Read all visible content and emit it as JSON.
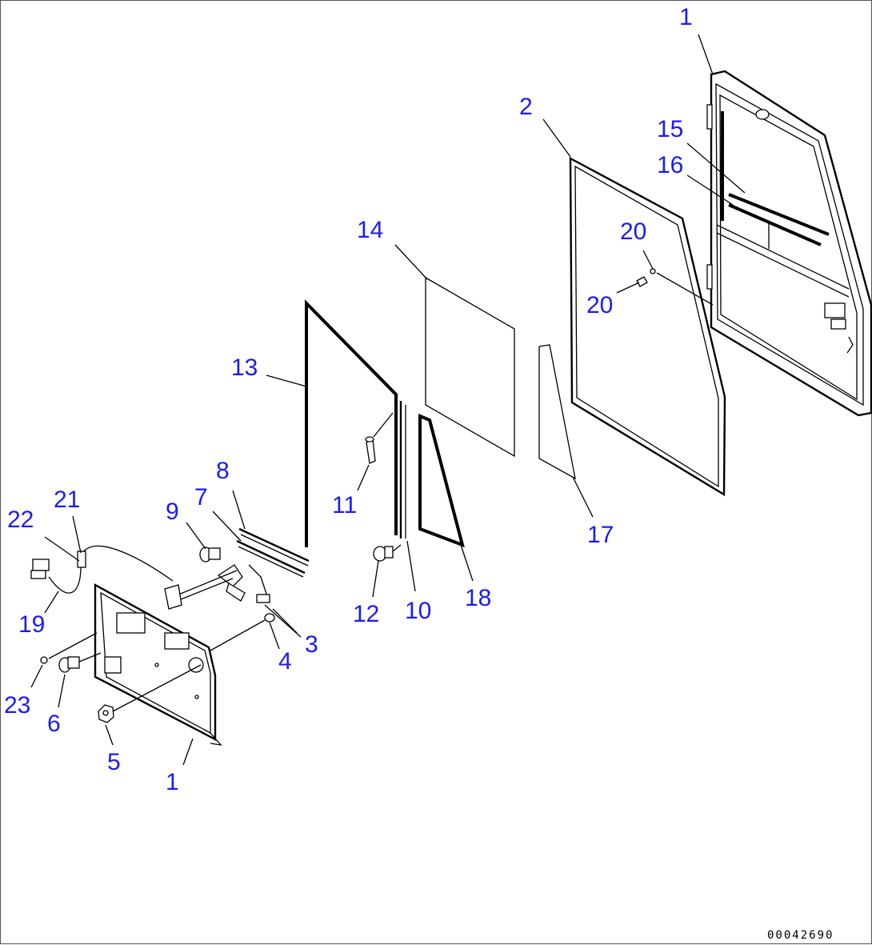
{
  "diagram": {
    "callouts": [
      {
        "id": "c1-top",
        "text": "1"
      },
      {
        "id": "c2",
        "text": "2"
      },
      {
        "id": "c15",
        "text": "15"
      },
      {
        "id": "c16",
        "text": "16"
      },
      {
        "id": "c20-a",
        "text": "20"
      },
      {
        "id": "c20-b",
        "text": "20"
      },
      {
        "id": "c14",
        "text": "14"
      },
      {
        "id": "c13",
        "text": "13"
      },
      {
        "id": "c11",
        "text": "11"
      },
      {
        "id": "c17",
        "text": "17"
      },
      {
        "id": "c8",
        "text": "8"
      },
      {
        "id": "c7",
        "text": "7"
      },
      {
        "id": "c9",
        "text": "9"
      },
      {
        "id": "c21",
        "text": "21"
      },
      {
        "id": "c22",
        "text": "22"
      },
      {
        "id": "c12",
        "text": "12"
      },
      {
        "id": "c10",
        "text": "10"
      },
      {
        "id": "c18",
        "text": "18"
      },
      {
        "id": "c19",
        "text": "19"
      },
      {
        "id": "c3",
        "text": "3"
      },
      {
        "id": "c4",
        "text": "4"
      },
      {
        "id": "c23",
        "text": "23"
      },
      {
        "id": "c6",
        "text": "6"
      },
      {
        "id": "c5",
        "text": "5"
      },
      {
        "id": "c1-bottom",
        "text": "1"
      }
    ],
    "drawing_code": "00042690"
  },
  "colors": {
    "callout": "#1a1aff",
    "line": "#000000",
    "background": "#ffffff"
  }
}
